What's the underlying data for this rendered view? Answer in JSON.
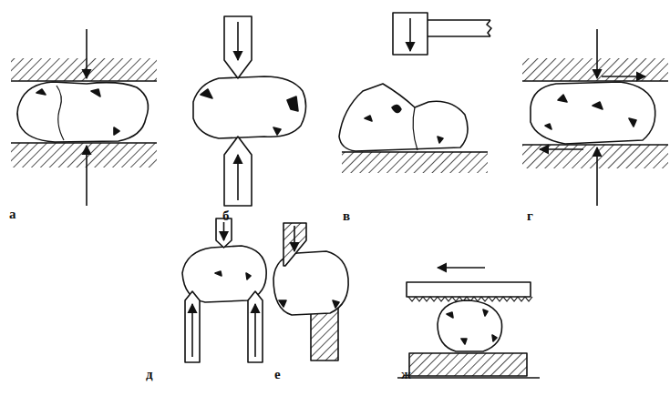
{
  "diagram": {
    "labels": [
      "а",
      "б",
      "в",
      "г",
      "д",
      "е",
      "ж"
    ]
  }
}
